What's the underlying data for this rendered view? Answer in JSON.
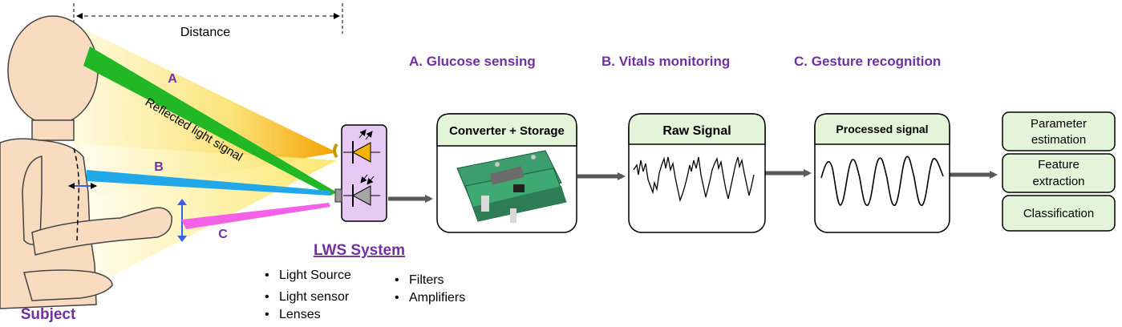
{
  "distance_label": "Distance",
  "subject_label": "Subject",
  "signal_letters": {
    "a": "A",
    "b": "B",
    "c": "C"
  },
  "reflected_label": "Reflected light signal",
  "applications": {
    "a": "A.  Glucose sensing",
    "b": "B.  Vitals monitoring",
    "c": "C.  Gesture recognition"
  },
  "lws": {
    "title": "LWS System",
    "components_left": [
      "Light Source",
      "Light sensor",
      "Lenses"
    ],
    "components_right": [
      "Filters",
      "Amplifiers"
    ]
  },
  "boxes": {
    "converter": "Converter + Storage",
    "raw": "Raw Signal",
    "processed": "Processed signal"
  },
  "outputs": [
    "Parameter estimation",
    "Feature extraction",
    "Classification"
  ],
  "colors": {
    "accent_purple": "#7030a0",
    "box_header": "#e2f5d9",
    "beam_a": "#22b825",
    "beam_b": "#22a8e8",
    "beam_c": "#f261e6",
    "body_fill": "#f9dcc0",
    "lws_box": "#e8c8f4"
  }
}
